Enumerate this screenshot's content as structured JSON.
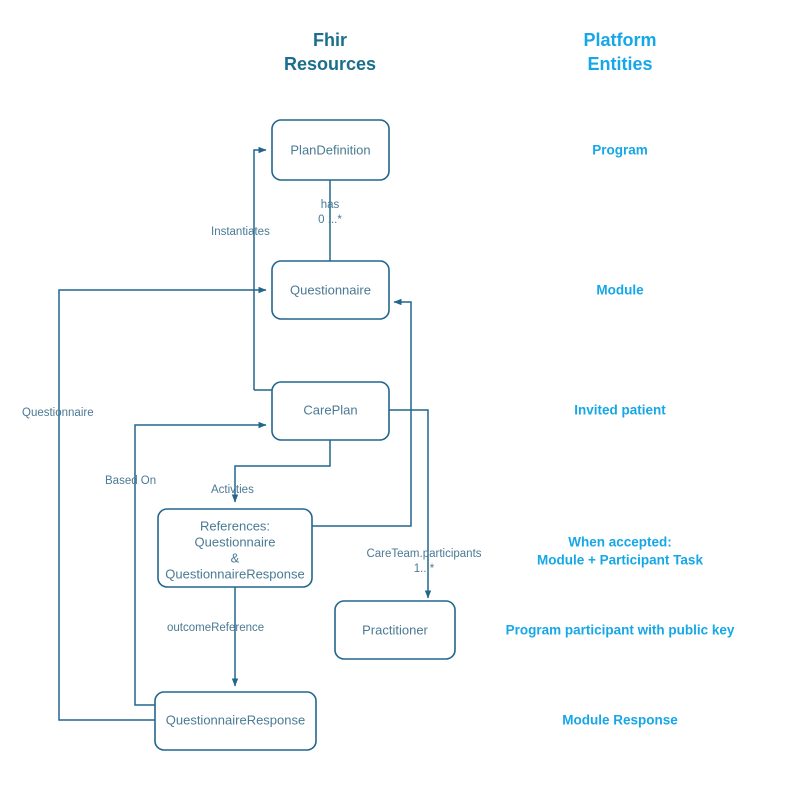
{
  "colors": {
    "node_stroke": "#22678b",
    "node_text": "#4a7a94",
    "edge": "#22678b",
    "header_fhir": "#1b6e8c",
    "header_platform": "#16a7e8",
    "entity_text": "#16a7e8",
    "background": "#ffffff"
  },
  "headers": {
    "fhir_line1": "Fhir",
    "fhir_line2": "Resources",
    "platform_line1": "Platform",
    "platform_line2": "Entities"
  },
  "nodes": {
    "plan_definition": {
      "label": "PlanDefinition"
    },
    "questionnaire": {
      "label": "Questionnaire"
    },
    "care_plan": {
      "label": "CarePlan"
    },
    "references": {
      "line1": "References:",
      "line2": "Questionnaire",
      "line3": "&",
      "line4": "QuestionnaireResponse"
    },
    "practitioner": {
      "label": "Practitioner"
    },
    "questionnaire_response": {
      "label": "QuestionnaireResponse"
    }
  },
  "edge_labels": {
    "instantiates": "Instantiates",
    "has_line1": "has",
    "has_line2": "0 ...*",
    "questionnaire_left": "Questionnaire",
    "based_on": "Based On",
    "activities": "Activties",
    "careteam_line1": "CareTeam.participants",
    "careteam_line2": "1...*",
    "outcome_reference": "outcomeReference"
  },
  "platform_entities": [
    {
      "id": "program",
      "line1": "Program",
      "line2": ""
    },
    {
      "id": "module",
      "line1": "Module",
      "line2": ""
    },
    {
      "id": "invited-patient",
      "line1": "Invited patient",
      "line2": ""
    },
    {
      "id": "when-accepted",
      "line1": "When accepted:",
      "line2": "Module + Participant Task"
    },
    {
      "id": "program-participant",
      "line1": "Program participant with public key",
      "line2": ""
    },
    {
      "id": "module-response",
      "line1": "Module Response",
      "line2": ""
    }
  ]
}
